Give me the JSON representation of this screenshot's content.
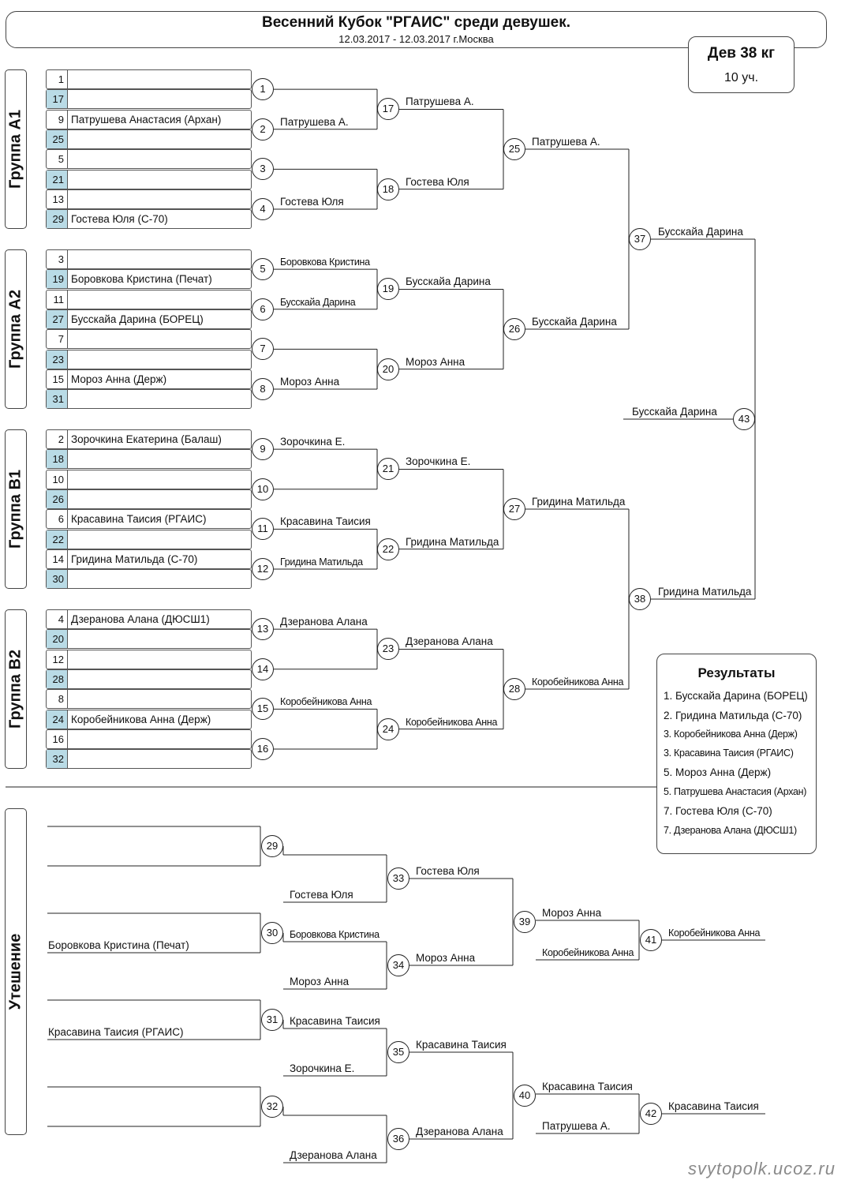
{
  "header": {
    "title": "Весенний Кубок \"РГАИС\" среди девушек.",
    "subtitle": "12.03.2017 - 12.03.2017 г.Москва"
  },
  "category": {
    "weight": "Дев 38 кг",
    "count": "10 уч."
  },
  "groups": [
    "Группа А1",
    "Группа А2",
    "Группа В1",
    "Группа В2"
  ],
  "consolation_label": "Утешение",
  "rows": [
    {
      "seed": "1",
      "name": ""
    },
    {
      "seed": "17",
      "name": ""
    },
    {
      "seed": "9",
      "name": "Патрушева Анастасия (Архан)"
    },
    {
      "seed": "25",
      "name": ""
    },
    {
      "seed": "5",
      "name": ""
    },
    {
      "seed": "21",
      "name": ""
    },
    {
      "seed": "13",
      "name": ""
    },
    {
      "seed": "29",
      "name": "Гостева Юля (С-70)"
    },
    {
      "seed": "3",
      "name": ""
    },
    {
      "seed": "19",
      "name": "Боровкова Кристина (Печат)"
    },
    {
      "seed": "11",
      "name": ""
    },
    {
      "seed": "27",
      "name": "Бусскайа Дарина (БОРЕЦ)"
    },
    {
      "seed": "7",
      "name": ""
    },
    {
      "seed": "23",
      "name": ""
    },
    {
      "seed": "15",
      "name": "Мороз Анна (Держ)"
    },
    {
      "seed": "31",
      "name": ""
    },
    {
      "seed": "2",
      "name": "Зорочкина Екатерина (Балаш)"
    },
    {
      "seed": "18",
      "name": ""
    },
    {
      "seed": "10",
      "name": ""
    },
    {
      "seed": "26",
      "name": ""
    },
    {
      "seed": "6",
      "name": "Красавина Таисия (РГАИС)"
    },
    {
      "seed": "22",
      "name": ""
    },
    {
      "seed": "14",
      "name": "Гридина Матильда (С-70)"
    },
    {
      "seed": "30",
      "name": ""
    },
    {
      "seed": "4",
      "name": "Дзеранова Алана (ДЮСШ1)"
    },
    {
      "seed": "20",
      "name": ""
    },
    {
      "seed": "12",
      "name": ""
    },
    {
      "seed": "28",
      "name": ""
    },
    {
      "seed": "8",
      "name": ""
    },
    {
      "seed": "24",
      "name": "Коробейникова Анна (Держ)"
    },
    {
      "seed": "16",
      "name": ""
    },
    {
      "seed": "32",
      "name": ""
    }
  ],
  "matches": [
    {
      "num": "1",
      "winner": ""
    },
    {
      "num": "2",
      "winner": "Патрушева А."
    },
    {
      "num": "3",
      "winner": ""
    },
    {
      "num": "4",
      "winner": "Гостева Юля"
    },
    {
      "num": "5",
      "winner": "Боровкова Кристина"
    },
    {
      "num": "6",
      "winner": "Бусскайа Дарина"
    },
    {
      "num": "7",
      "winner": ""
    },
    {
      "num": "8",
      "winner": "Мороз Анна"
    },
    {
      "num": "9",
      "winner": "Зорочкина Е."
    },
    {
      "num": "10",
      "winner": ""
    },
    {
      "num": "11",
      "winner": "Красавина Таисия"
    },
    {
      "num": "12",
      "winner": "Гридина Матильда"
    },
    {
      "num": "13",
      "winner": "Дзеранова Алана"
    },
    {
      "num": "14",
      "winner": ""
    },
    {
      "num": "15",
      "winner": "Коробейникова Анна"
    },
    {
      "num": "16",
      "winner": ""
    },
    {
      "num": "17",
      "winner": "Патрушева А."
    },
    {
      "num": "18",
      "winner": "Гостева Юля"
    },
    {
      "num": "19",
      "winner": "Бусскайа Дарина"
    },
    {
      "num": "20",
      "winner": "Мороз Анна"
    },
    {
      "num": "21",
      "winner": "Зорочкина Е."
    },
    {
      "num": "22",
      "winner": "Гридина Матильда"
    },
    {
      "num": "23",
      "winner": "Дзеранова Алана"
    },
    {
      "num": "24",
      "winner": "Коробейникова Анна"
    },
    {
      "num": "25",
      "winner": "Патрушева А."
    },
    {
      "num": "26",
      "winner": "Бусскайа Дарина"
    },
    {
      "num": "27",
      "winner": "Гридина Матильда"
    },
    {
      "num": "28",
      "winner": "Коробейникова Анна"
    },
    {
      "num": "37",
      "winner": "Бусскайа Дарина"
    },
    {
      "num": "38",
      "winner": "Гридина Матильда"
    },
    {
      "num": "43",
      "winner": "Бусскайа Дарина"
    }
  ],
  "consolation": {
    "inputs": [
      "",
      "",
      "",
      "Боровкова Кристина (Печат)",
      "",
      "Красавина Таисия (РГАИС)",
      "",
      ""
    ],
    "matches": [
      {
        "num": "29",
        "winner": "",
        "loser": "Гостева Юля"
      },
      {
        "num": "30",
        "winner": "Боровкова Кристина",
        "loser": "Мороз Анна"
      },
      {
        "num": "31",
        "winner": "Красавина Таисия",
        "loser": "Зорочкина Е."
      },
      {
        "num": "32",
        "winner": "",
        "loser": "Дзеранова Алана"
      },
      {
        "num": "33",
        "winner": "Гостева Юля"
      },
      {
        "num": "34",
        "winner": "Мороз Анна"
      },
      {
        "num": "35",
        "winner": "Красавина Таисия"
      },
      {
        "num": "36",
        "winner": "Дзеранова Алана"
      },
      {
        "num": "39",
        "winner": "Мороз Анна",
        "loser": "Коробейникова Анна"
      },
      {
        "num": "40",
        "winner": "Красавина Таисия",
        "loser": "Патрушева А."
      },
      {
        "num": "41",
        "winner": "Коробейникова Анна"
      },
      {
        "num": "42",
        "winner": "Красавина Таисия"
      }
    ]
  },
  "results": {
    "title": "Результаты",
    "items": [
      "1. Бусскайа Дарина (БОРЕЦ)",
      "2. Гридина Матильда (С-70)",
      "3. Коробейникова Анна (Держ)",
      "3. Красавина Таисия (РГАИС)",
      "5. Мороз Анна (Держ)",
      "5. Патрушева Анастасия (Архан)",
      "7. Гостева Юля (С-70)",
      "7. Дзеранова Алана (ДЮСШ1)"
    ]
  },
  "watermark": "svytopolk.ucoz.ru"
}
